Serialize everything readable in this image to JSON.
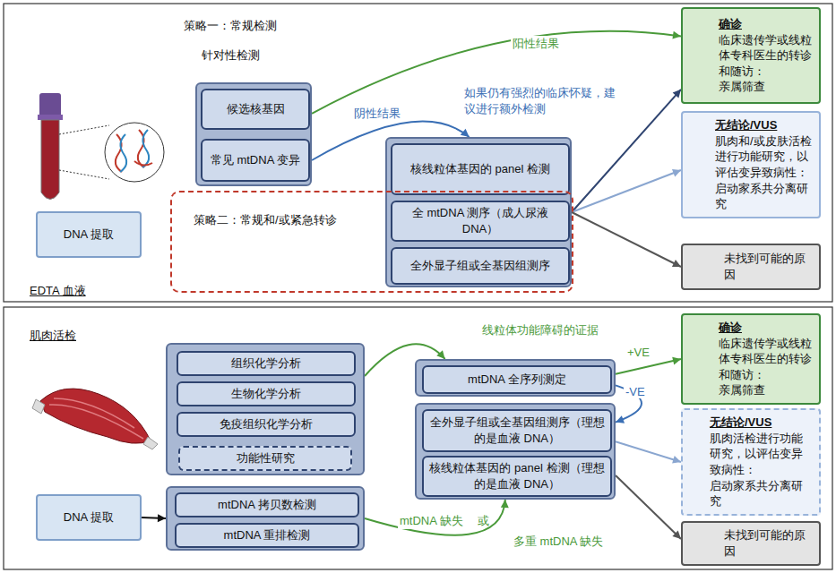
{
  "diagram": {
    "nodes": [
      {
        "text": [
          "DNA 提取"
        ]
      },
      {
        "text": []
      },
      {
        "text": [
          "候选核基因"
        ],
        "in": 1
      },
      {
        "text": [
          "常见 mtDNA 变异"
        ],
        "in": 1
      },
      {
        "text": []
      },
      {
        "text": [
          "核线粒体基因的 panel 检测"
        ],
        "in": 4
      },
      {
        "text": [
          "全 mtDNA 测序（成人尿液 DNA）"
        ],
        "in": 4
      },
      {
        "text": [
          "全外显子组或全基因组测序"
        ],
        "in": 4
      },
      {
        "text": [
          "策略二：常规和/或紧急转诊"
        ]
      },
      {
        "text": [
          "确诊",
          "临床遗传学或线粒体专科医生的转诊和随访：",
          "亲属筛查"
        ]
      },
      {
        "text": [
          "无结论/VUS",
          "肌肉和/或皮肤活检进行功能研究，以评估变异致病性：",
          "启动家系共分离研究"
        ]
      },
      {
        "text": [
          "未找到可能的原因"
        ]
      },
      {
        "text": []
      },
      {
        "text": [
          "组织化学分析"
        ],
        "in": 12
      },
      {
        "text": [
          "生物化学分析"
        ],
        "in": 12
      },
      {
        "text": [
          "免疫组织化学分析"
        ],
        "in": 12
      },
      {
        "text": [
          "功能性研究"
        ],
        "in": 12
      },
      {
        "text": [
          "DNA 提取"
        ]
      },
      {
        "text": []
      },
      {
        "text": [
          "mtDNA 拷贝数检测"
        ],
        "in": 18
      },
      {
        "text": [
          "mtDNA 重排检测"
        ],
        "in": 18
      },
      {
        "text": []
      },
      {
        "text": [
          "mtDNA 全序列测定"
        ],
        "in": 21
      },
      {
        "text": []
      },
      {
        "text": [
          "全外显子组或全基因组测序（理想的是血液 DNA）"
        ],
        "in": 23
      },
      {
        "text": [
          "核线粒体基因的 panel 检测（理想的是血液 DNA）"
        ],
        "in": 23
      },
      {
        "text": [
          "确诊",
          "临床遗传学或线粒体专科医生的转诊和随访：",
          "亲属筛查"
        ]
      },
      {
        "text": [
          "无结论/VUS",
          "肌肉活检进行功能研究，以评估变异致病性：",
          "启动家系共分离研究"
        ]
      },
      {
        "text": [
          "未找到可能的原因"
        ]
      }
    ],
    "edges": [
      {
        "from": 1,
        "to": 9,
        "arrow": "to",
        "label": "阳性结果"
      },
      {
        "from": 1,
        "to": 4,
        "arrow": "to",
        "label": "阴性结果"
      },
      {
        "from": 4,
        "to": 9,
        "arrow": "to"
      },
      {
        "from": 4,
        "to": 10,
        "arrow": "to"
      },
      {
        "from": 4,
        "to": 11,
        "arrow": "to"
      },
      {
        "from": 17,
        "to": 18,
        "arrow": "to"
      },
      {
        "from": 12,
        "to": 21,
        "arrow": "to",
        "label": "线粒体功能障碍的证据"
      },
      {
        "from": 18,
        "to": 23,
        "arrow": "to",
        "label": "mtDNA 缺失"
      },
      {
        "from": 21,
        "to": 26,
        "arrow": "to",
        "label": "+VE"
      },
      {
        "from": 21,
        "to": 23,
        "arrow": "to",
        "label": "-VE"
      },
      {
        "from": 23,
        "to": 27,
        "arrow": "to"
      },
      {
        "from": 23,
        "to": 28,
        "arrow": "to"
      }
    ],
    "labels": [
      "策略一：常规检测",
      "针对性检测",
      "EDTA 血液",
      "如果仍有强烈的临床怀疑，建议进行额外检测",
      "肌肉活检",
      "或",
      "多重 mtDNA 缺失"
    ]
  }
}
